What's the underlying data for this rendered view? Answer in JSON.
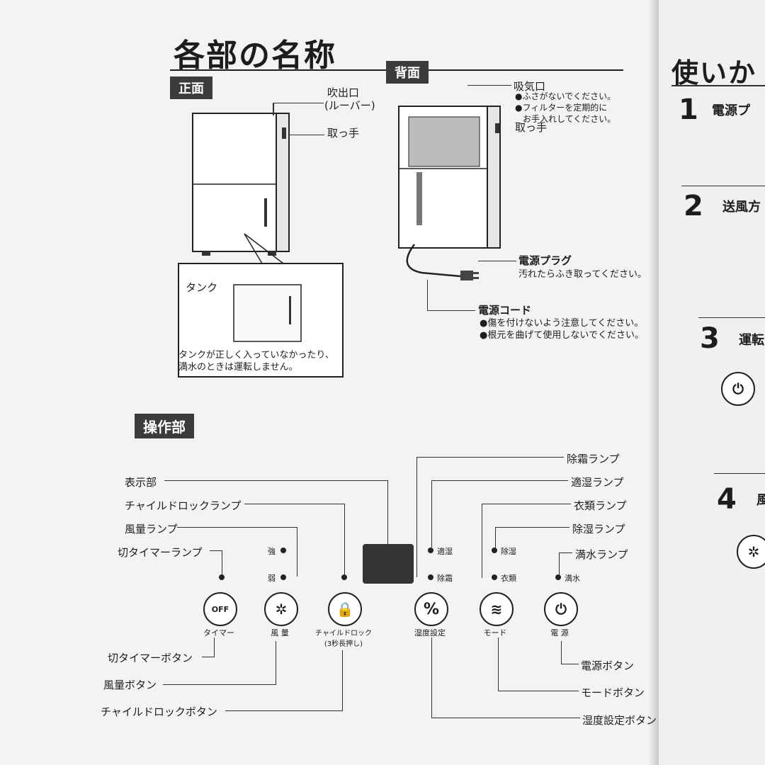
{
  "title": "各部の名称",
  "sections": {
    "front": "正面",
    "back": "背面",
    "controls": "操作部"
  },
  "front": {
    "outlet": "吹出口",
    "louver": "(ルーバー)",
    "handle": "取っ手",
    "tank_label": "タンク",
    "tank_note_1": "タンクが正しく入っていなかったり、",
    "tank_note_2": "満水のときは運転しません。"
  },
  "back": {
    "intake": "吸気口",
    "intake_note_1": "●ふさがないでください。",
    "intake_note_2": "●フィルターを定期的に",
    "intake_note_3": "お手入れしてください。",
    "handle": "取っ手",
    "plug": "電源プラグ",
    "plug_note": "汚れたらふき取ってください。",
    "cord": "電源コード",
    "cord_note_1": "●傷を付けないよう注意してください。",
    "cord_note_2": "●根元を曲げて使用しないでください。"
  },
  "panel": {
    "left_labels": {
      "display": "表示部",
      "child_lock_lamp": "チャイルドロックランプ",
      "fan_lamp": "風量ランプ",
      "timer_lamp": "切タイマーランプ",
      "timer_button": "切タイマーボタン",
      "fan_button": "風量ボタン",
      "child_lock_button": "チャイルドロックボタン"
    },
    "right_labels": {
      "defrost_lamp": "除霜ランプ",
      "optimal_lamp": "適湿ランプ",
      "clothes_lamp": "衣類ランプ",
      "dehumid_lamp": "除湿ランプ",
      "full_lamp": "満水ランプ",
      "power_button": "電源ボタン",
      "mode_button": "モードボタン",
      "humidity_button": "湿度設定ボタン"
    },
    "lamps": {
      "strong": "強",
      "weak": "弱",
      "optimal": "適湿",
      "defrost": "除霜",
      "dehumid": "除湿",
      "clothes": "衣類",
      "full": "満水"
    },
    "buttons": {
      "timer": "タイマー",
      "timer_icon": "OFF",
      "fan": "風 量",
      "child_lock": "チャイルドロック",
      "child_lock_sub": "(3秒長押し)",
      "humidity": "湿度設定",
      "humidity_icon": "%",
      "mode": "モード",
      "power": "電 源"
    }
  },
  "right_page": {
    "title": "使いか",
    "step1_num": "1",
    "step1": "電源プ",
    "step2_num": "2",
    "step2": "送風方",
    "step3_num": "3",
    "step3": "運転",
    "step4_num": "4",
    "step4": "風"
  }
}
